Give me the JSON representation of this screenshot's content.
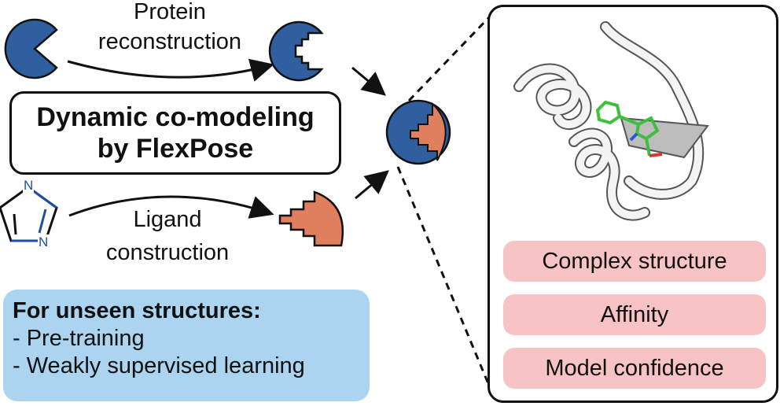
{
  "protein_label": [
    "Protein",
    "reconstruction"
  ],
  "title": [
    "Dynamic co-modeling",
    "by FlexPose"
  ],
  "ligand_label": [
    "Ligand",
    "construction"
  ],
  "atom_label": "N",
  "unseen": {
    "heading": "For unseen structures:",
    "items": [
      "- Pre-training",
      "- Weakly supervised learning"
    ]
  },
  "outputs": [
    "Complex structure",
    "Affinity",
    "Model confidence"
  ],
  "colors": {
    "protein": "#2f5f9e",
    "ligand": "#e07f5e",
    "unseen_bg": "#aad4ef",
    "output_bg": "#f7c3c5",
    "ligand_stick": "#3fbf3f"
  }
}
